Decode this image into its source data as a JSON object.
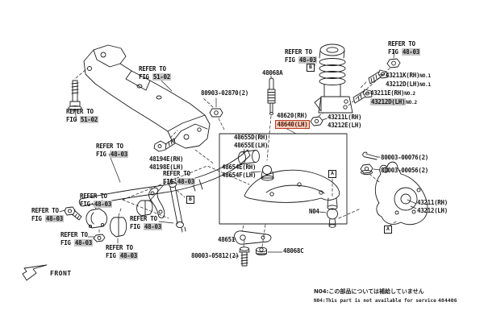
{
  "figure": {
    "code": "484406",
    "note_jp": "N04:この部品については補給していません",
    "note_en": "N04:This part is not available for service",
    "front": "FRONT"
  },
  "callouts": {
    "a": "A",
    "b": "B",
    "n04": "N04"
  },
  "refer": {
    "refer_to": "REFER TO",
    "fig": "FIG",
    "fig_51_02": "51-02",
    "fig_48_03": "48-03"
  },
  "parts": {
    "bolt_80903_02870": "80903-02870(2)",
    "p48068a": "48068A",
    "arm_rh": "48620(RH)",
    "arm_lh": "48640(LH)",
    "bolt_43211k": "43211K(RH)",
    "bolt_43212d_no1": "43212D(LH)",
    "no1": "NO.1",
    "bolt_43211e": "43211E(RH)",
    "bolt_43212d_no2": "43212D(LH)",
    "no2": "NO.2",
    "nut_43211l": "43211L(RH)",
    "nut_43212e": "43212E(LH)",
    "bolt_48194e": "48194E(RH)",
    "bolt_48198e": "48198E(LH)",
    "bush_48655d": "48655D(RH)",
    "bush_48655e": "48655E(LH)",
    "bush_48654e": "48654E(RH)",
    "bush_48654f": "48654F(LH)",
    "pin_80003_00076": "80003-00076(2)",
    "nut_80003_00056": "80003-00056(2)",
    "knuckle_rh": "43211(RH)",
    "knuckle_lh": "43212(LH)",
    "stay_48651": "48651",
    "bolt_80003_05812": "80003-05812(2)",
    "nut_48068c": "48068C"
  },
  "colors": {
    "ink": "#1c1c1c",
    "selected_part_border": "#b93a20",
    "selected_part_bg": "#f3cdbc",
    "reference_link_bg": "#c6c6c6"
  }
}
